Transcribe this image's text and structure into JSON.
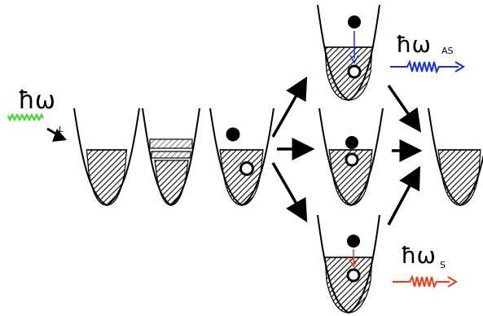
{
  "labels": {
    "laser": {
      "main": "ħω",
      "sub": "L"
    },
    "anti_stokes": {
      "main": "ħω",
      "sub": "AS"
    },
    "stokes": {
      "main": "ħω",
      "sub": "S"
    }
  },
  "colors": {
    "laser": "#33dd22",
    "anti_stokes": "#1a2fe0",
    "stokes": "#ee3a10",
    "ink": "#000000"
  }
}
